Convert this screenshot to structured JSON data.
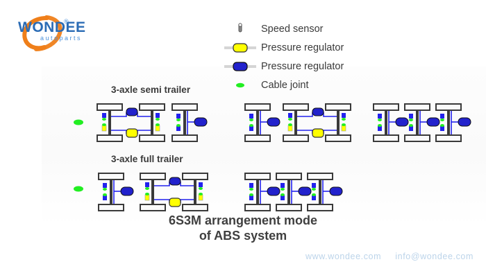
{
  "brand": {
    "name": "WONDEE",
    "tagline": "autoparts",
    "registered_mark": "®",
    "logo_icon": "swoosh-ring-icon",
    "primary_color": "#2b6cb5",
    "accent_color": "#ef7f1a"
  },
  "legend": {
    "items": [
      {
        "icon": "speed-sensor-icon",
        "label": "Speed sensor",
        "color": "#7f7f7f"
      },
      {
        "icon": "pressure-regulator-yellow-icon",
        "label": "Pressure regulator",
        "color": "#ffff00"
      },
      {
        "icon": "pressure-regulator-blue-icon",
        "label": "Pressure regulator",
        "color": "#2222cc"
      },
      {
        "icon": "cable-joint-icon",
        "label": "Cable joint",
        "color": "#22ee22"
      }
    ]
  },
  "sections": [
    {
      "id": "semi",
      "title": "3-axle semi trailer"
    },
    {
      "id": "full",
      "title": "3-axle full trailer"
    }
  ],
  "caption": {
    "line1": "6S3M arrangement mode",
    "line2": "of ABS system"
  },
  "footer": {
    "website": "www.wondee.com",
    "email": "info@wondee.com",
    "color": "#bcd4ea"
  },
  "diagram": {
    "colors": {
      "axle_beam": "#3a3a3a",
      "wheel_fill": "#fafafa",
      "wheel_stroke": "#3a3a3a",
      "cable": "#2222ee",
      "sensor": "#2222ee",
      "regulator_yellow": "#ffff00",
      "regulator_blue": "#2222cc",
      "cable_joint": "#22ee22"
    },
    "rows": [
      {
        "name": "semi-trailer-row",
        "groups": [
          {
            "name": "semi-group-1",
            "axles": 2,
            "regulators": [
              "blue-top",
              "yellow-bottom"
            ],
            "sensors": 4,
            "joint": true
          },
          {
            "name": "semi-group-2",
            "axles": 1,
            "regulators": [
              "blue-side"
            ],
            "sensors": 2,
            "joint": false
          },
          {
            "name": "semi-group-3",
            "axles": 1,
            "regulators": [
              "blue-side"
            ],
            "sensors": 2,
            "joint": false
          },
          {
            "name": "semi-group-4",
            "axles": 2,
            "regulators": [
              "blue-top",
              "yellow-bottom"
            ],
            "sensors": 4,
            "joint": false
          },
          {
            "name": "semi-group-5",
            "axles": 1,
            "regulators": [
              "blue-side"
            ],
            "sensors": 2,
            "joint": false
          },
          {
            "name": "semi-group-6",
            "axles": 1,
            "regulators": [
              "blue-side"
            ],
            "sensors": 2,
            "joint": false
          },
          {
            "name": "semi-group-7",
            "axles": 1,
            "regulators": [
              "blue-side"
            ],
            "sensors": 2,
            "joint": false
          }
        ]
      },
      {
        "name": "full-trailer-row",
        "groups": [
          {
            "name": "full-group-1",
            "axles": 1,
            "regulators": [
              "blue-side"
            ],
            "sensors": 2,
            "joint": true
          },
          {
            "name": "full-group-2",
            "axles": 2,
            "regulators": [
              "blue-top",
              "yellow-bottom"
            ],
            "sensors": 4,
            "joint": false
          },
          {
            "name": "full-group-3",
            "axles": 1,
            "regulators": [
              "blue-side"
            ],
            "sensors": 2,
            "joint": false
          },
          {
            "name": "full-group-4",
            "axles": 1,
            "regulators": [
              "blue-side"
            ],
            "sensors": 2,
            "joint": false
          },
          {
            "name": "full-group-5",
            "axles": 1,
            "regulators": [
              "blue-side"
            ],
            "sensors": 2,
            "joint": false
          }
        ]
      }
    ]
  }
}
